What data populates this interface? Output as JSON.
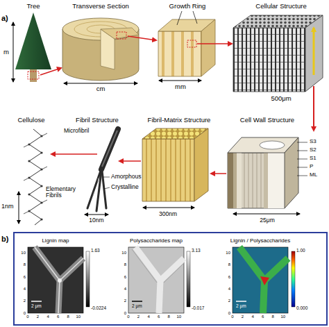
{
  "diagram": {
    "labels": [
      "a)",
      "Tree",
      "Transverse Section",
      "Growth Ring",
      "Cellular Structure",
      "m",
      "cm",
      "mm",
      "500μm",
      "Cellulose",
      "Fibril Structure",
      "Fibril-Matrix Structure",
      "Cell Wall Structure",
      "1nm",
      "Microfibril",
      "Amorphous",
      "Crystalline",
      "Elementary Fibrils",
      "10nm",
      "300nm",
      "S3",
      "S2",
      "S1",
      "P",
      "ML",
      "25μm",
      "b)",
      "Lignin map",
      "Polysaccharides map",
      "Lignin / Polysaccharides",
      "1.63",
      "-0.0224",
      "3.13",
      "-0.017",
      "1.00",
      "0.000",
      "2 μm",
      "2 μm",
      "2 μm",
      "10",
      "8",
      "6",
      "4",
      "2",
      "0",
      "0",
      "2",
      "4",
      "6",
      "8",
      "10",
      "10",
      "8",
      "6",
      "4",
      "2",
      "0",
      "0",
      "2",
      "4",
      "6",
      "8",
      "10",
      "10",
      "8",
      "6",
      "4",
      "2",
      "0",
      "0",
      "2",
      "4",
      "6",
      "8",
      "10"
    ]
  }
}
